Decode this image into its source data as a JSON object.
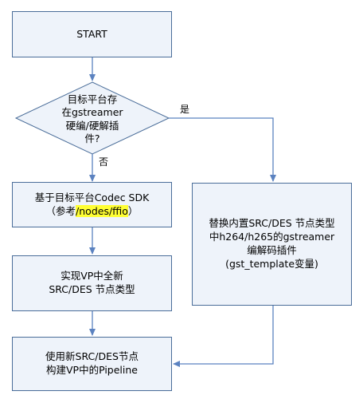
{
  "nodes": {
    "start": "START",
    "decision": [
      "目标平台存",
      "在gstreamer",
      "硬编/硬解插",
      "件?"
    ],
    "sdk_line1": "基于目标平台Codec SDK",
    "sdk_line2_prefix": "（参考",
    "sdk_line2_highlight": "/nodes/ffio",
    "sdk_line2_suffix": "）",
    "new_node": [
      "实现VP中全新",
      "SRC/DES 节点类型"
    ],
    "pipeline": [
      "使用新SRC/DES节点",
      "构建VP中的Pipeline"
    ],
    "replace": [
      "替换内置SRC/DES 节点类型",
      "中h264/h265的gstreamer",
      "编解码插件",
      "(gst_template变量)"
    ]
  },
  "edges": {
    "yes": "是",
    "no": "否"
  },
  "colors": {
    "box_fill": "#eef3fa",
    "box_border": "#4a6d99",
    "arrow": "#5b82c0",
    "highlight": "#ffff33"
  }
}
